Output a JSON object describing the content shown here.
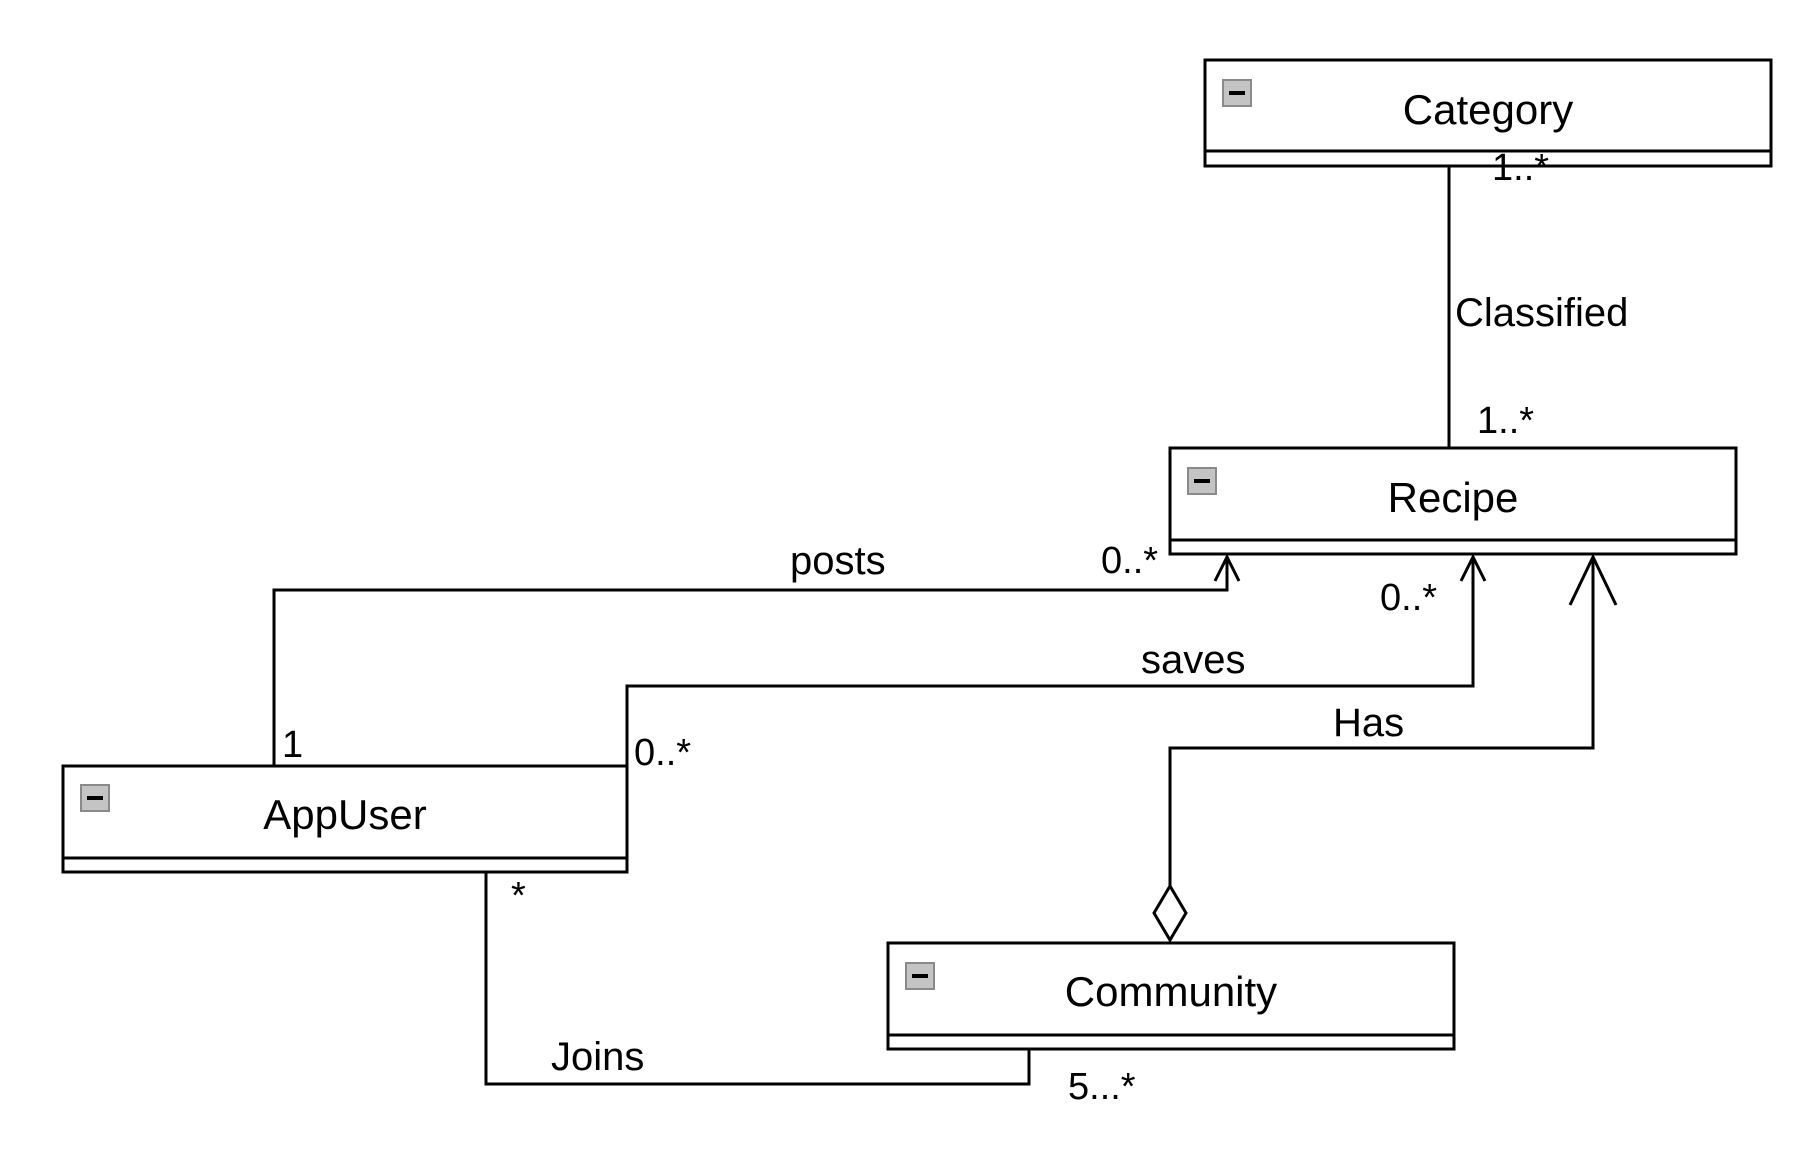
{
  "classes": {
    "category": {
      "name": "Category"
    },
    "recipe": {
      "name": "Recipe"
    },
    "appuser": {
      "name": "AppUser"
    },
    "community": {
      "name": "Community"
    }
  },
  "associations": {
    "classified": {
      "label": "Classified",
      "category_multiplicity": "1..*",
      "recipe_multiplicity": "1..*"
    },
    "posts": {
      "label": "posts",
      "appuser_multiplicity": "1",
      "recipe_multiplicity": "0..*"
    },
    "saves": {
      "label": "saves",
      "appuser_multiplicity": "0..*",
      "recipe_multiplicity": "0..*"
    },
    "has": {
      "label": "Has"
    },
    "joins": {
      "label": "Joins",
      "appuser_multiplicity": "*",
      "community_multiplicity": "5...*"
    }
  },
  "icons": {
    "collapse": "collapse-minus-icon"
  }
}
